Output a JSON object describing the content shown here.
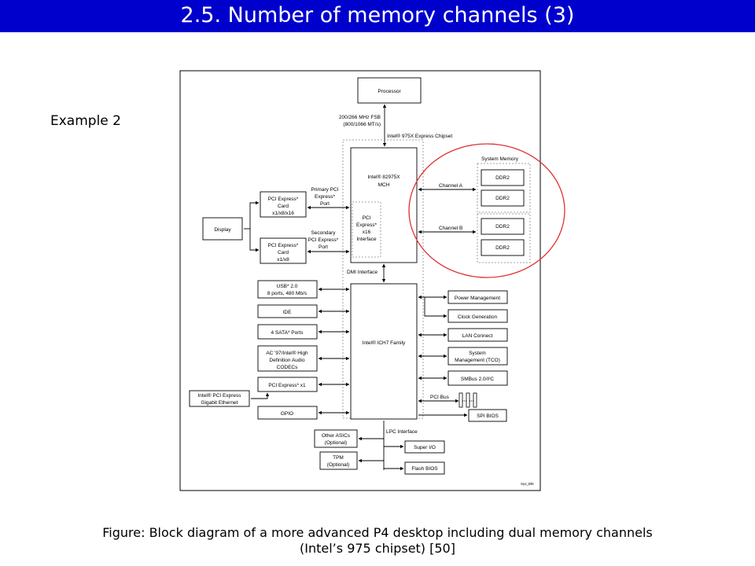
{
  "slide": {
    "title": "2.5.  Number of memory channels (3)",
    "example": "Example 2",
    "caption_line1": "Figure: Block diagram of a more advanced P4 desktop including dual memory channels",
    "caption_line2": "(Intel’s 975 chipset) [50]"
  },
  "diagram": {
    "processor": "Processor",
    "fsb_line1": "200/266 MHz FSB",
    "fsb_line2": "(800/1066 MT/s)",
    "chipset": "Intel® 975X Express Chipset",
    "mch_line1": "Intel® 82975X",
    "mch_line2": "MCH",
    "pcie_iface": [
      "PCI",
      "Express*",
      "x16",
      "Interface"
    ],
    "system_memory": "System Memory",
    "ddr2": "DDR2",
    "channel_a": "Channel A",
    "channel_b": "Channel B",
    "primary_port": [
      "Primary PCI",
      "Express*",
      "Port"
    ],
    "secondary_port": [
      "Secondary",
      "PCI Express*",
      "Port"
    ],
    "card1": [
      "PCI Express*",
      "Card",
      "x1/x8/x16"
    ],
    "card2": [
      "PCI Express*",
      "Card",
      "x1/x8"
    ],
    "display": "Display",
    "dmi": "DMI Interface",
    "ich_line1": "Intel® ICH7 Family",
    "usb": [
      "USB* 2.0",
      "8 ports, 480 Mb/s"
    ],
    "ide": "IDE",
    "sata": "4 SATA* Ports",
    "ac97": [
      "AC '97/Intel® High",
      "Definition Audio",
      "CODECs"
    ],
    "pcie_x1": "PCI Express* x1",
    "gbe": [
      "Intel® PCI Express",
      "Gigabit Ethernet"
    ],
    "gpio": "GPIO",
    "power_mgmt": "Power Management",
    "clock_gen": "Clock Generation",
    "lan": "LAN Connect",
    "sys_mgmt": [
      "System",
      "Management (TCO)"
    ],
    "smbus": "SMBus 2.0/I²C",
    "pci_bus": "PCI Bus",
    "spi_bios": "SPI BIOS",
    "lpc": "LPC Interface",
    "other_asics": [
      "Other ASICs",
      "(Optional)"
    ],
    "tpm": [
      "TPM",
      "(Optional)"
    ],
    "super_io": "Super I/O",
    "flash_bios": "Flash BIOS",
    "fig_id": "Sys_BlK"
  },
  "colors": {
    "title_bar": "#0000cc",
    "highlight_circle": "#e03030"
  }
}
